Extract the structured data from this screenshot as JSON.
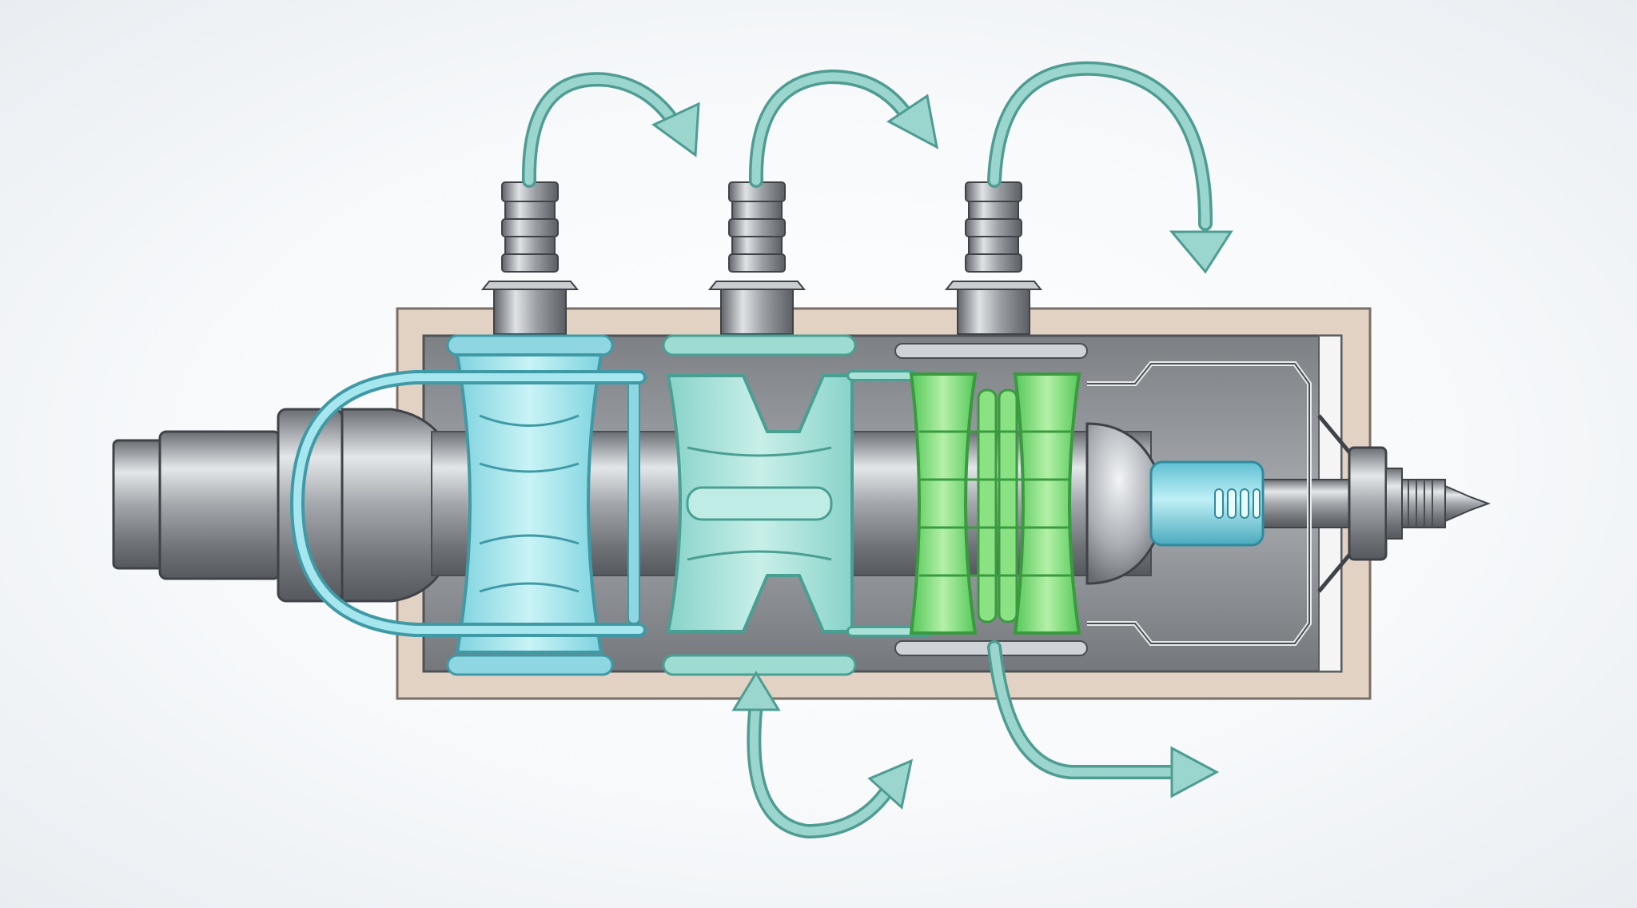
{
  "diagram": {
    "colors": {
      "background": "#f4f6f8",
      "frame_outer": "#e2d2c3",
      "frame_stroke": "#7a6f66",
      "housing": "#8c8e91",
      "steel_light": "#d6d9dc",
      "steel_dark": "#5d6166",
      "chamber_blue": "#9ee3ea",
      "chamber_blue_stroke": "#3f9aa6",
      "chamber_teal": "#a9e1d6",
      "chamber_green": "#7fdc7a",
      "chamber_green_stroke": "#3a9a3f",
      "flow_arrow": "#86cbc2",
      "flow_arrow_stroke": "#4f9c92",
      "nozzle_cyan": "#7fd0df"
    },
    "components": [
      {
        "id": "input-shaft",
        "icon": "cylinder-shaft-icon"
      },
      {
        "id": "chamber-1",
        "icon": "chamber-icon",
        "fluid": "blue"
      },
      {
        "id": "chamber-2",
        "icon": "chamber-icon",
        "fluid": "teal"
      },
      {
        "id": "chamber-3",
        "icon": "chamber-icon",
        "fluid": "green"
      },
      {
        "id": "output-nozzle",
        "icon": "nozzle-icon"
      },
      {
        "id": "top-port-1",
        "icon": "hose-fitting-icon"
      },
      {
        "id": "top-port-2",
        "icon": "hose-fitting-icon"
      },
      {
        "id": "top-port-3",
        "icon": "hose-fitting-icon"
      }
    ],
    "flow_arrows": [
      {
        "id": "top-arrow-1",
        "direction": "right"
      },
      {
        "id": "top-arrow-2",
        "direction": "right"
      },
      {
        "id": "top-arrow-3",
        "direction": "down"
      },
      {
        "id": "bottom-arrow-inlet",
        "direction": "up-and-right"
      },
      {
        "id": "bottom-arrow-outlet",
        "direction": "right"
      }
    ]
  }
}
